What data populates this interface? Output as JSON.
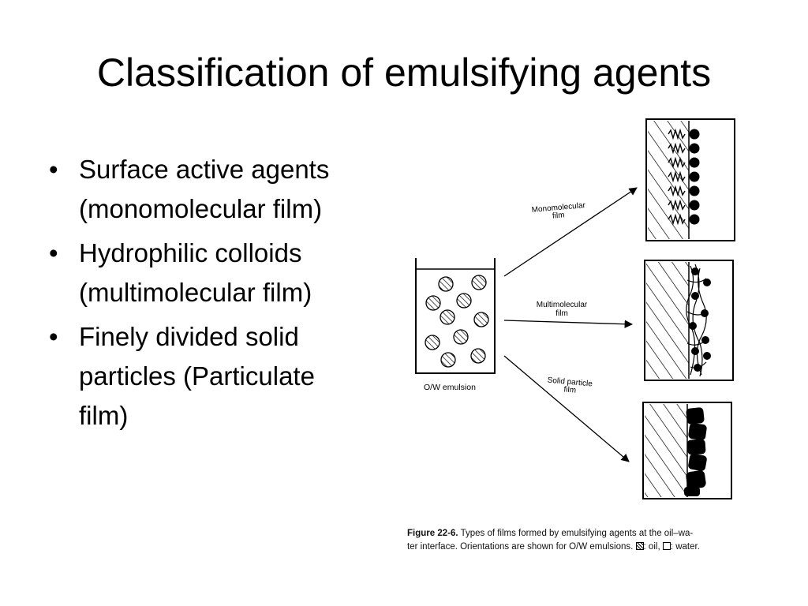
{
  "slide": {
    "title": "Classification of emulsifying agents",
    "bullets": [
      {
        "line1": "Surface active agents",
        "line2": "(monomolecular film)"
      },
      {
        "line1": "Hydrophilic colloids",
        "line2": "(multimolecular film)"
      },
      {
        "line1": "Finely divided solid",
        "line2": "particles (Particulate",
        "line3": "film)"
      }
    ]
  },
  "figure": {
    "labels": {
      "mono_1": "Monomolecular",
      "mono_2": "film",
      "multi_1": "Multimolecular",
      "multi_2": "film",
      "solid_1": "Solid particle",
      "solid_2": "film",
      "beaker": "O/W emulsion"
    },
    "caption": {
      "figure_no": "Figure 22-6.",
      "line1_rest": "Types of films formed by emulsifying agents at the oil–wa-",
      "line2a": "ter interface. Orientations are shown for O/W emulsions.",
      "oil": ": oil,",
      "water": ": water."
    }
  }
}
